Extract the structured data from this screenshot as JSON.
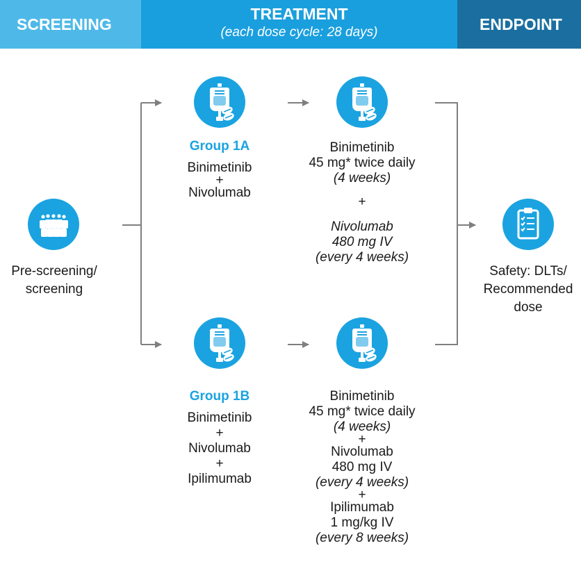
{
  "header": {
    "screening": "SCREENING",
    "treatment": "TREATMENT",
    "treatment_sub": "(each dose cycle: 28 days)",
    "endpoint": "ENDPOINT"
  },
  "colors": {
    "screening_bar": "#4eb9e8",
    "treatment_bar": "#1a9fde",
    "endpoint_bar": "#1a6fa0",
    "icon": "#1aa3e0",
    "group_label": "#1aa3e0",
    "connector": "#7f7f7f"
  },
  "icons": {
    "screening": "people-group-icon",
    "treatment": "iv-bag-pills-icon",
    "endpoint": "clipboard-checklist-icon"
  },
  "screening": {
    "line1": "Pre-screening/",
    "line2": "screening"
  },
  "group_1a": {
    "name": "Group 1A",
    "drug1": "Binimetinib",
    "plus": "+",
    "drug2": "Nivolumab",
    "regimen": {
      "drug1": "Binimetinib",
      "drug1_dose": "45 mg* twice daily",
      "drug1_duration": "(4 weeks)",
      "plus": "+",
      "drug2": "Nivolumab",
      "drug2_dose": "480 mg IV",
      "drug2_schedule": "(every 4 weeks)"
    }
  },
  "group_1b": {
    "name": "Group 1B",
    "drug1": "Binimetinib",
    "plus1": "+",
    "drug2": "Nivolumab",
    "plus2": "+",
    "drug3": "Ipilimumab",
    "regimen": {
      "drug1": "Binimetinib",
      "drug1_dose": "45 mg* twice daily",
      "drug1_duration": "(4 weeks)",
      "plus1": "+",
      "drug2": "Nivolumab",
      "drug2_dose": "480 mg IV",
      "drug2_schedule": "(every 4 weeks)",
      "plus2": "+",
      "drug3": "Ipilimumab",
      "drug3_dose": "1 mg/kg IV",
      "drug3_schedule": "(every 8 weeks)"
    }
  },
  "endpoint": {
    "line1": "Safety: DLTs/",
    "line2": "Recommended",
    "line3": "dose"
  }
}
